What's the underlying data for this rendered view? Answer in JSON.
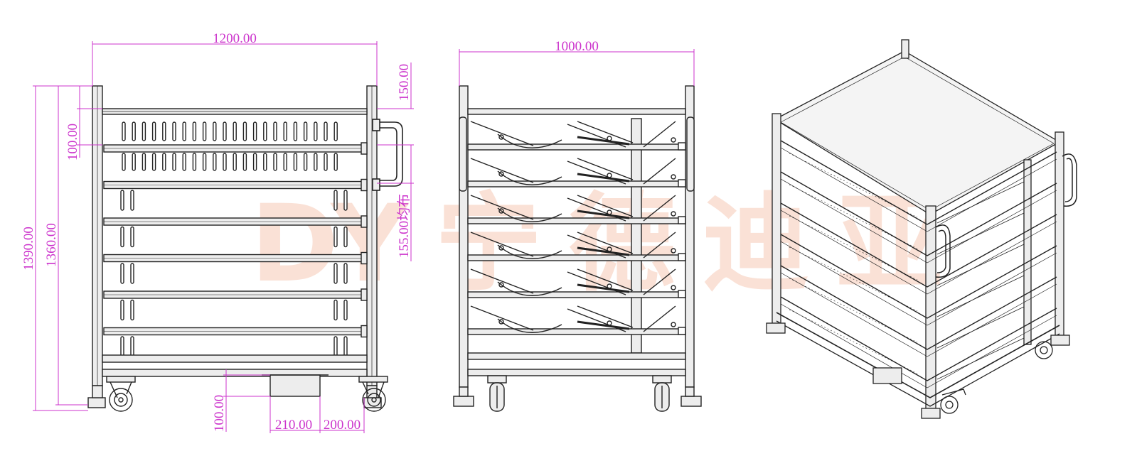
{
  "colors": {
    "line": "#222222",
    "dimension": "#cc33cc",
    "frame_fill": "#ededed",
    "watermark": "#f6c9b6"
  },
  "watermark": {
    "logo": "DY",
    "text": "宁德迪亚"
  },
  "front_view": {
    "dims": {
      "width": "1200.00",
      "top_offset": "150.00",
      "shelf_gap": "100.00",
      "total_height": "1390.00",
      "frame_height": "1360.00",
      "pitch": "155.00均布",
      "base_height": "100.00",
      "base_a": "210.00",
      "base_b": "200.00"
    },
    "shelves": 7,
    "slots": 22
  },
  "side_view": {
    "dims": {
      "depth": "1000.00"
    },
    "trays": 6
  },
  "iso_view": {
    "shelves": 7
  }
}
